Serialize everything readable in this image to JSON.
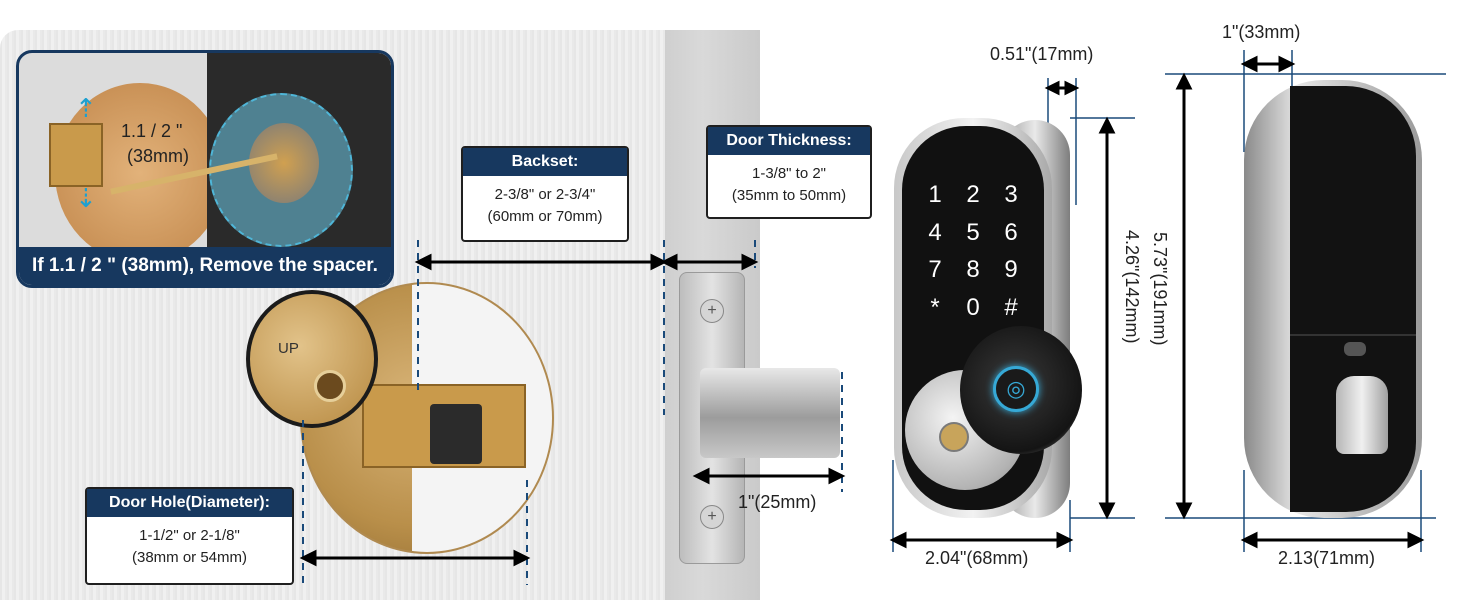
{
  "inset": {
    "measure_line1": "1.1 / 2 \"",
    "measure_line2": "(38mm)",
    "banner": "If 1.1 / 2 \" (38mm), Remove the spacer."
  },
  "backset": {
    "title": "Backset:",
    "line1": "2-3/8\" or 2-3/4\"",
    "line2": "(60mm or 70mm)"
  },
  "thickness": {
    "title": "Door Thickness:",
    "line1": "1-3/8\" to 2\"",
    "line2": "(35mm to 50mm)"
  },
  "hole": {
    "title": "Door Hole(Diameter):",
    "line1": "1-1/2\" or 2-1/8\"",
    "line2": "(38mm or 54mm)"
  },
  "bolt_label": "1\"(25mm)",
  "up_label": "UP",
  "keypad": [
    "1",
    "2",
    "3",
    "4",
    "5",
    "6",
    "7",
    "8",
    "9",
    "*",
    "0",
    "#"
  ],
  "front": {
    "depth": "0.51\"(17mm)",
    "height": "4.26\"(142mm)",
    "width": "2.04\"(68mm)"
  },
  "back": {
    "depth": "1\"(33mm)",
    "height": "5.73\"(191mm)",
    "width": "2.13(71mm)"
  },
  "colors": {
    "navy": "#17385f",
    "gold": "#c99a4b",
    "accent_blue": "#36a9d6"
  }
}
